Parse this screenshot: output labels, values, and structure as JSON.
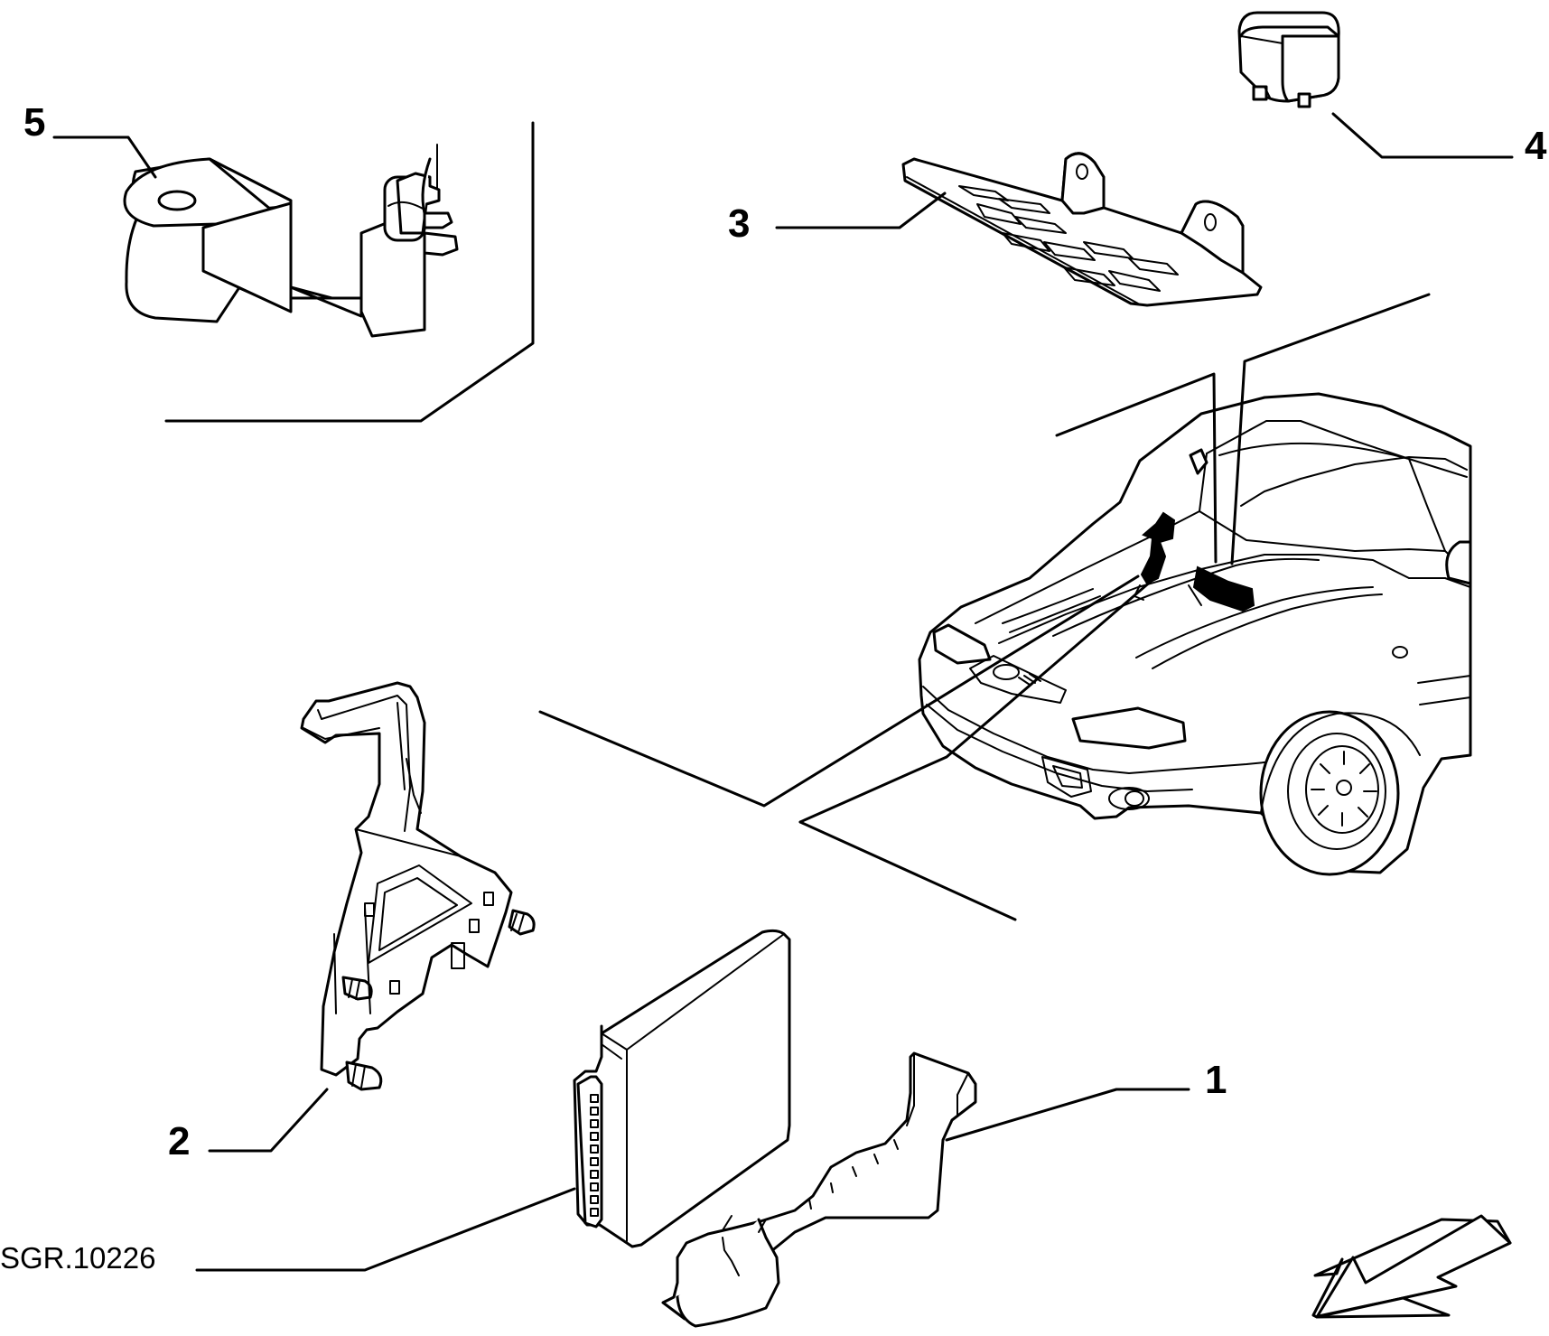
{
  "diagram": {
    "reference_code": "SGR.10226",
    "callouts": [
      {
        "id": "1",
        "label": "1"
      },
      {
        "id": "2",
        "label": "2"
      },
      {
        "id": "3",
        "label": "3"
      },
      {
        "id": "4",
        "label": "4"
      },
      {
        "id": "5",
        "label": "5"
      }
    ],
    "parts": [
      {
        "callout": "1",
        "icon": "ecu-cover-icon"
      },
      {
        "callout": "2",
        "icon": "ecu-bracket-icon"
      },
      {
        "callout": "3",
        "icon": "support-plate-icon"
      },
      {
        "callout": "4",
        "icon": "relay-icon"
      },
      {
        "callout": "5",
        "icon": "clip-bracket-icon"
      }
    ],
    "colors": {
      "line": "#000000",
      "background": "#ffffff"
    }
  }
}
